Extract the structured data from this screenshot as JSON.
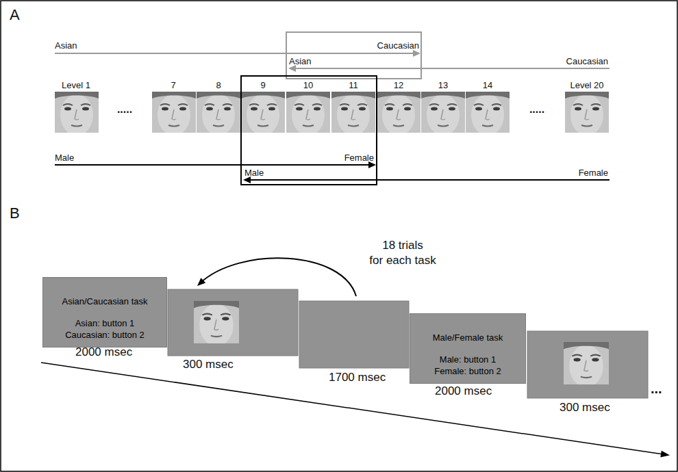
{
  "diagram": {
    "nodes": [
      {
        "text": [
          "Asian/Caucasian task",
          "Asian: button 1",
          "Caucasian: button 2"
        ]
      },
      {
        "text": [
          "Male/Female task",
          "Male: button 1",
          "Female: button 2"
        ]
      }
    ],
    "labels": [
      "A",
      "Asian",
      "Caucasian",
      "Asian",
      "Caucasian",
      "Level 1",
      "7",
      "8",
      "9",
      "10",
      "11",
      "12",
      "13",
      "14",
      "Level 20",
      ".....",
      ".....",
      "Male",
      "Female",
      "Male",
      "Female",
      "B",
      "18 trials",
      "for each task",
      "2000 msec",
      "300 msec",
      "1700 msec",
      "2000 msec",
      "300 msec",
      "..."
    ]
  }
}
